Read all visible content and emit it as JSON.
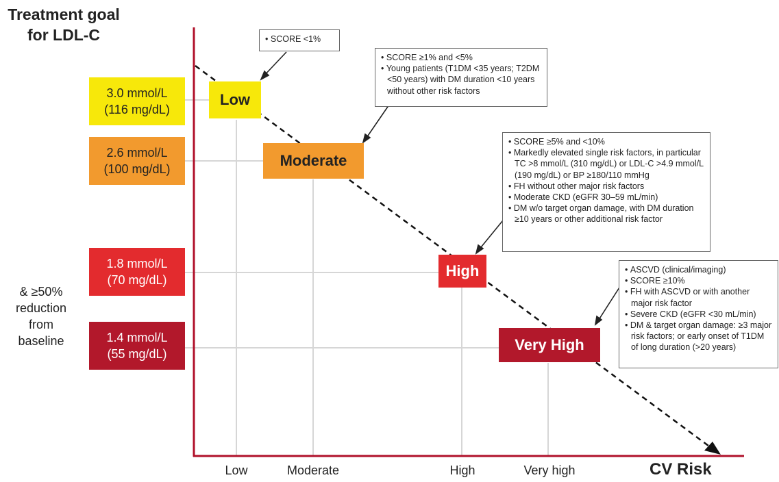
{
  "y_axis_title": [
    "Treatment goal",
    "for LDL-C"
  ],
  "goals": [
    {
      "mmol": "3.0 mmol/L",
      "mg": "(116 mg/dL)",
      "color": "#f7e80a"
    },
    {
      "mmol": "2.6 mmol/L",
      "mg": "(100 mg/dL)",
      "color": "#f29a2e"
    },
    {
      "mmol": "1.8 mmol/L",
      "mg": "(70 mg/dL)",
      "color": "#e32b2e"
    },
    {
      "mmol": "1.4 mmol/L",
      "mg": "(55 mg/dL)",
      "color": "#b2182b"
    }
  ],
  "reduction_note": [
    "& ≥50%",
    "reduction",
    "from",
    "baseline"
  ],
  "risk_levels": [
    {
      "label": "Low",
      "color": "#f7e80a"
    },
    {
      "label": "Moderate",
      "color": "#f29a2e"
    },
    {
      "label": "High",
      "color": "#e32b2e"
    },
    {
      "label": "Very High",
      "color": "#b2182b"
    }
  ],
  "callouts": {
    "low": [
      "SCORE <1%"
    ],
    "moderate": [
      "SCORE ≥1% and <5%",
      "Young patients (T1DM <35 years; T2DM <50 years) with DM duration <10 years without other risk factors"
    ],
    "high": [
      "SCORE ≥5% and <10%",
      "Markedly elevated single risk factors, in particular TC >8 mmol/L (310 mg/dL) or LDL-C >4.9 mmol/L (190 mg/dL) or BP ≥180/110 mmHg",
      "FH without other major risk factors",
      "Moderate CKD (eGFR 30–59 mL/min)",
      "DM w/o target organ damage, with DM duration ≥10 years or other additional risk factor"
    ],
    "very_high": [
      "ASCVD (clinical/imaging)",
      "SCORE ≥10%",
      "FH with ASCVD or with another major risk factor",
      "Severe CKD (eGFR <30 mL/min)",
      "DM & target organ damage: ≥3 major risk factors; or early onset of T1DM of long duration (>20 years)"
    ]
  },
  "x_ticks": [
    "Low",
    "Moderate",
    "High",
    "Very high"
  ],
  "x_axis_title": "CV Risk",
  "colors": {
    "axis": "#b0102a",
    "grid": "#d6d6d6",
    "arrow": "#111111"
  }
}
